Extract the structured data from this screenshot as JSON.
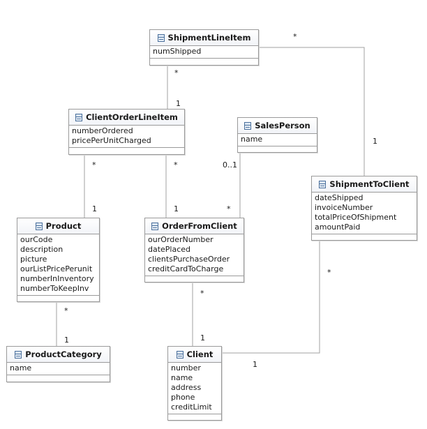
{
  "classes": [
    {
      "id": "shipment_line_item",
      "name": "ShipmentLineItem",
      "attributes": [
        "numShipped"
      ]
    },
    {
      "id": "client_order_line_item",
      "name": "ClientOrderLineItem",
      "attributes": [
        "numberOrdered",
        "pricePerUnitCharged"
      ]
    },
    {
      "id": "sales_person",
      "name": "SalesPerson",
      "attributes": [
        "name"
      ]
    },
    {
      "id": "shipment_to_client",
      "name": "ShipmentToClient",
      "attributes": [
        "dateShipped",
        "invoiceNumber",
        "totalPriceOfShipment",
        "amountPaid"
      ]
    },
    {
      "id": "product",
      "name": "Product",
      "attributes": [
        "ourCode",
        "description",
        "picture",
        "ourListPricePerunit",
        "numberInInventory",
        "numberToKeepInv"
      ]
    },
    {
      "id": "order_from_client",
      "name": "OrderFromClient",
      "attributes": [
        "ourOrderNumber",
        "datePlaced",
        "clientsPurchaseOrder",
        "creditCardToCharge"
      ]
    },
    {
      "id": "product_category",
      "name": "ProductCategory",
      "attributes": [
        "name"
      ]
    },
    {
      "id": "client",
      "name": "Client",
      "attributes": [
        "number",
        "name",
        "address",
        "phone",
        "creditLimit"
      ]
    }
  ],
  "associations": [
    {
      "from": "shipment_line_item",
      "to": "client_order_line_item",
      "from_mult": "*",
      "to_mult": "1"
    },
    {
      "from": "shipment_line_item",
      "to": "shipment_to_client",
      "from_mult": "*",
      "to_mult": "1"
    },
    {
      "from": "client_order_line_item",
      "to": "product",
      "from_mult": "*",
      "to_mult": "1"
    },
    {
      "from": "client_order_line_item",
      "to": "order_from_client",
      "from_mult": "*",
      "to_mult": "1"
    },
    {
      "from": "sales_person",
      "to": "order_from_client",
      "from_mult": "0..1",
      "to_mult": "*"
    },
    {
      "from": "product",
      "to": "product_category",
      "from_mult": "*",
      "to_mult": "1"
    },
    {
      "from": "order_from_client",
      "to": "client",
      "from_mult": "*",
      "to_mult": "1"
    },
    {
      "from": "shipment_to_client",
      "to": "client",
      "from_mult": "*",
      "to_mult": "1"
    }
  ],
  "colors": {
    "border": "#9a9a9a",
    "line": "#a0a0a0",
    "icon": "#4a6f9b",
    "text": "#1a1a1a"
  }
}
